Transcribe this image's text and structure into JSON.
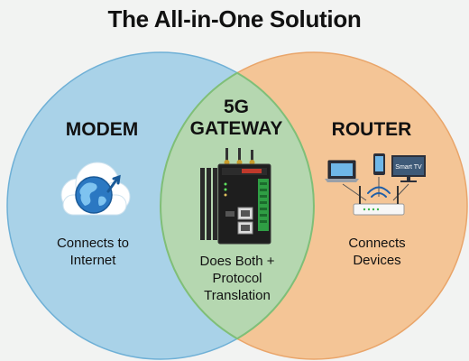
{
  "title": "The All-in-One Solution",
  "modem": {
    "label": "MODEM",
    "desc_line1": "Connects to",
    "desc_line2": "Internet",
    "color": "#a9d2e8"
  },
  "gateway": {
    "label_line1": "5G",
    "label_line2": "GATEWAY",
    "desc_line1": "Does Both +",
    "desc_line2": "Protocol",
    "desc_line3": "Translation",
    "color": "#b5d7b0"
  },
  "router": {
    "label": "ROUTER",
    "desc_line1": "Connects",
    "desc_line2": "Devices",
    "color": "#f4c596",
    "tv_label": "Smart TV"
  },
  "icons": {
    "modem": "cloud-globe-icon",
    "gateway": "industrial-gateway-device-icon",
    "router": "router-devices-icon"
  }
}
